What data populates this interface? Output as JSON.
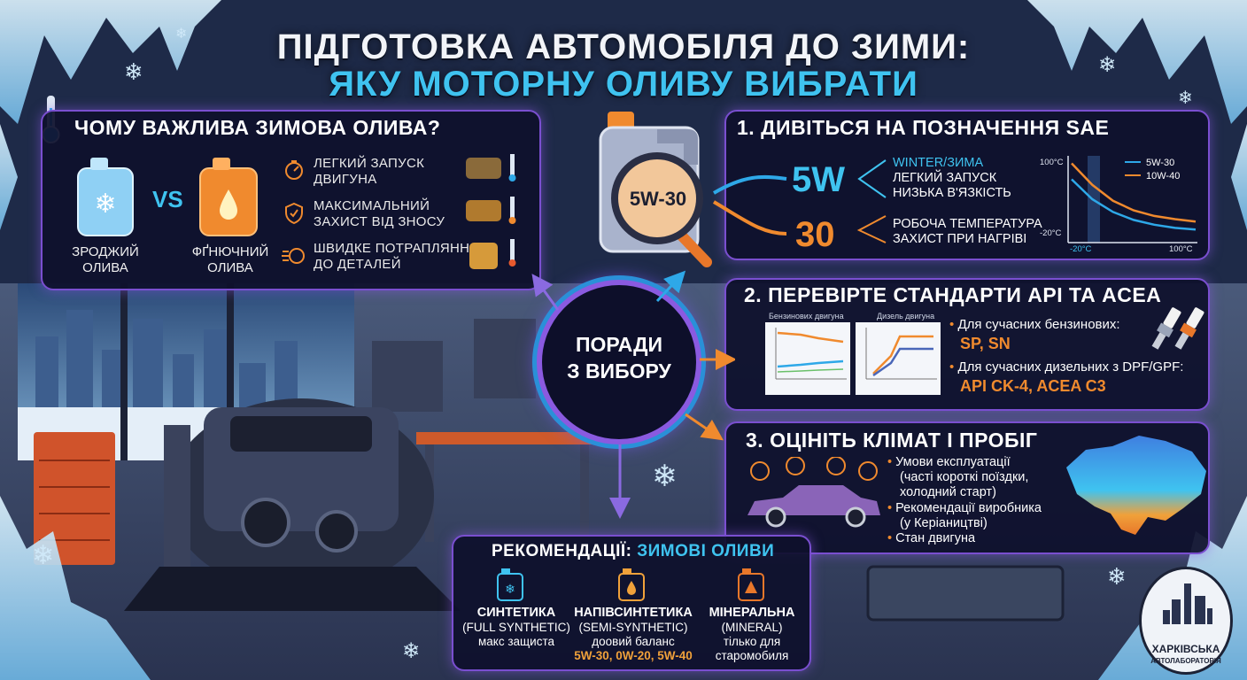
{
  "title": {
    "line1": "ПІДГОТОВКА АВТОМОБІЛЯ  ДО ЗИМИ:",
    "line2": "ЯКУ МОТОРНУ ОЛИВУ ВИБРАТИ"
  },
  "importance": {
    "title": "ЧОМУ ВАЖЛИВА ЗИМОВА ОЛИВА?",
    "vs": "VS",
    "cold_oil": {
      "line1": "ЗРОДЖИЙ",
      "line2": "ОЛИВА"
    },
    "warm_oil": {
      "line1": "ФҐНЮЧНИЙ",
      "line2": "ОЛИВА"
    },
    "features": [
      {
        "icon": "speedometer-icon",
        "line1": "ЛЕГКИЙ ЗАПУСК",
        "line2": "ДВИГУНА"
      },
      {
        "icon": "shield-check-icon",
        "line1": "МАКСИМАЛЬНИЙ",
        "line2": "ЗАХИСТ ВІД ЗНОСУ"
      },
      {
        "icon": "fast-flow-icon",
        "line1": "ШВИДКЕ ПОТРАПЛЯННЯ",
        "line2": "ДО ДЕТАЛЕЙ"
      }
    ]
  },
  "center": {
    "line1": "ПОРАДИ",
    "line2": "З ВИБОРУ"
  },
  "jug_label": "5W-30",
  "sae": {
    "title": "1. ДИВІТЬСЯ НА ПОЗНАЧЕННЯ SAE",
    "code_winter": "5W",
    "code_hot": "30",
    "winter_lines": [
      "WINTER/ЗИМА",
      "ЛЕГКИЙ ЗАПУСК",
      "НИЗЬКА В'ЯЗКІСТЬ"
    ],
    "hot_lines": [
      "РОБОЧА ТЕМПЕРАТУРА",
      "ЗАХИСТ ПРИ НАГРІВІ"
    ]
  },
  "api": {
    "title": "2. ПЕРЕВІРТЕ СТАНДАРТИ API ТА ACEA",
    "chart1_title": "Бензинових двигуна",
    "chart2_title": "Дизель двигуна",
    "gas_text": "Для сучасних бензинових:",
    "gas_value": "SP, SN",
    "diesel_text": "Для сучасних дизельних з DPF/GPF:",
    "diesel_value": "API CK-4, ACEA C3",
    "bullet": "•"
  },
  "climate": {
    "title": "3. ОЦІНІТЬ КЛІМАТ І ПРОБІГ",
    "items": [
      {
        "line1": "Умови експлуатації",
        "line2": "(часті короткі поїздки,",
        "line3": "холодний старт)"
      },
      {
        "line1": "Рекомендації виробника",
        "line2": "(у Керіаництві)",
        "line3": ""
      },
      {
        "line1": "Стан двигуна",
        "line2": "",
        "line3": ""
      }
    ]
  },
  "recs": {
    "title_a": "РЕКОМЕНДАЦІЇ:",
    "title_b": "ЗИМОВІ ОЛИВИ",
    "items": [
      {
        "line1": "СИНТЕТИКА",
        "line2": "(FULL SYNTHETIC)",
        "line3": "макс защиста",
        "line4": ""
      },
      {
        "line1": "НАПІВСИНТЕТИКА",
        "line2": "(SEMI-SYNTHETIC)",
        "line3": "доовий баланс",
        "line4": "5W-30, 0W-20, 5W-40"
      },
      {
        "line1": "МІНЕРАЛЬНА",
        "line2": "(MINERAL)",
        "line3": "тількo для",
        "line4": "старомобиля"
      }
    ]
  },
  "logo": {
    "line1": "ХАРКІВСЬКА",
    "line2": "АВТОЛАБОРАТОРІЯ"
  },
  "chart_data": {
    "type": "line",
    "xlabel": "",
    "ylabel": "",
    "y_ticks": [
      "100°C",
      "-20°C"
    ],
    "x_ticks": [
      "-20°C",
      "100°C"
    ],
    "series": [
      {
        "name": "5W-30",
        "color": "#2ea8e8",
        "x": [
          -20,
          0,
          20,
          40,
          60,
          80,
          100
        ],
        "y": [
          0.75,
          0.5,
          0.34,
          0.24,
          0.18,
          0.14,
          0.12
        ]
      },
      {
        "name": "10W-40",
        "color": "#f08a2e",
        "x": [
          -20,
          0,
          20,
          40,
          60,
          80,
          100
        ],
        "y": [
          0.95,
          0.68,
          0.48,
          0.36,
          0.29,
          0.25,
          0.22
        ]
      }
    ]
  },
  "colors": {
    "purple": "#7a4fd0",
    "blue": "#2ea8e8",
    "orange": "#f08a2e",
    "cyan": "#3fc3f0"
  }
}
